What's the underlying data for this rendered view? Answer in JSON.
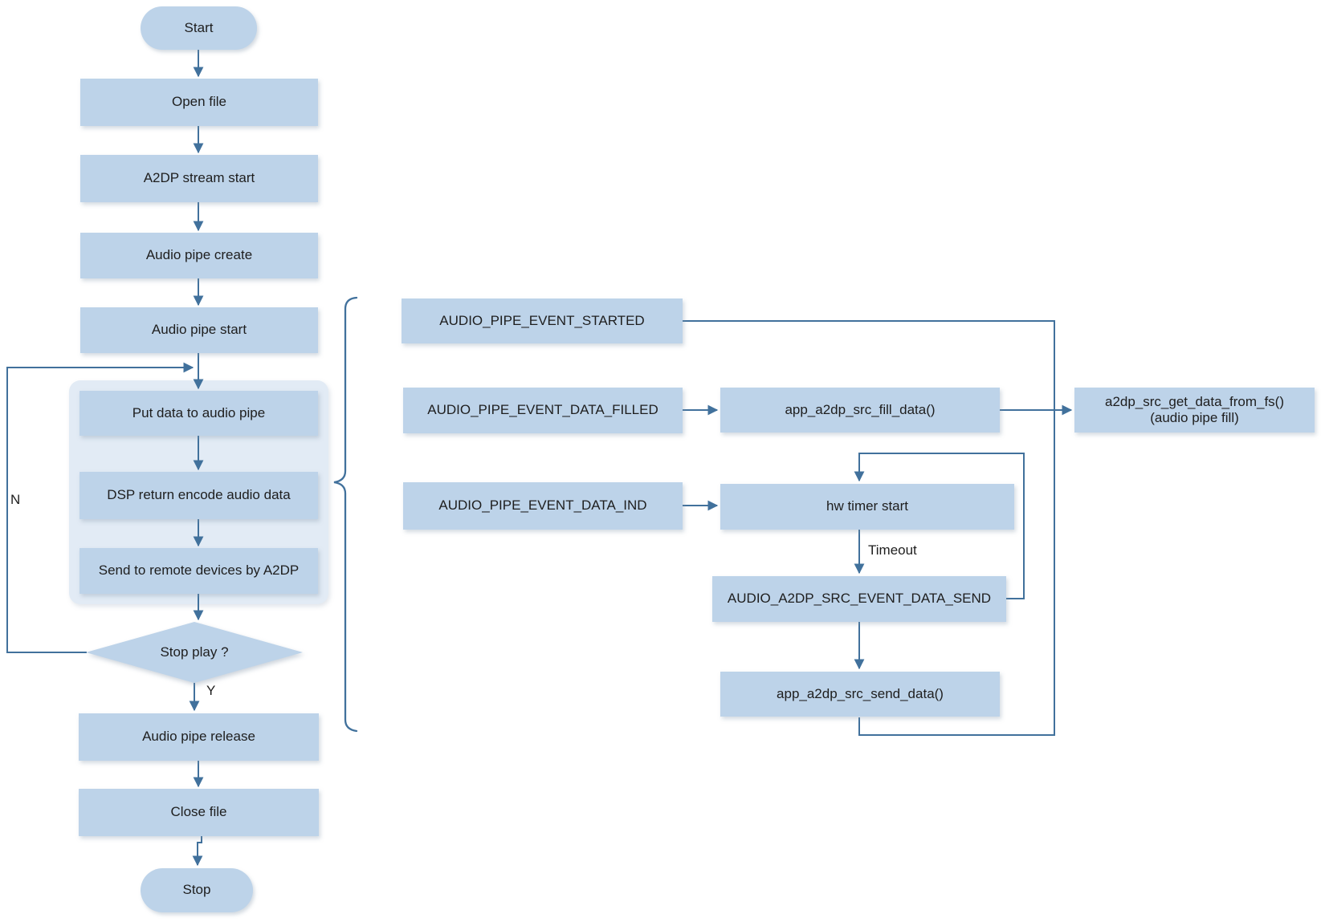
{
  "colors": {
    "node_fill": "#BDD3E9",
    "group_fill": "#E2EBF5",
    "connector": "#41719C",
    "text": "#1E1E1E"
  },
  "main_flow": {
    "start": "Start",
    "open_file": "Open file",
    "a2dp_stream_start": "A2DP stream start",
    "audio_pipe_create": "Audio pipe create",
    "audio_pipe_start": "Audio pipe start",
    "put_data": "Put data to audio pipe",
    "dsp_return": "DSP return encode audio data",
    "send_remote": "Send to remote devices by A2DP",
    "stop_play": "Stop play ?",
    "audio_pipe_release": "Audio pipe release",
    "close_file": "Close file",
    "stop": "Stop"
  },
  "branch_labels": {
    "no": "N",
    "yes": "Y",
    "timeout": "Timeout"
  },
  "event_flow": {
    "started": "AUDIO_PIPE_EVENT_STARTED",
    "data_filled": "AUDIO_PIPE_EVENT_DATA_FILLED",
    "fill_data": "app_a2dp_src_fill_data()",
    "get_data_line1": "a2dp_src_get_data_from_fs()",
    "get_data_line2": "(audio pipe fill)",
    "data_ind": "AUDIO_PIPE_EVENT_DATA_IND",
    "hw_timer": "hw timer start",
    "data_send": "AUDIO_A2DP_SRC_EVENT_DATA_SEND",
    "send_data": "app_a2dp_src_send_data()"
  }
}
